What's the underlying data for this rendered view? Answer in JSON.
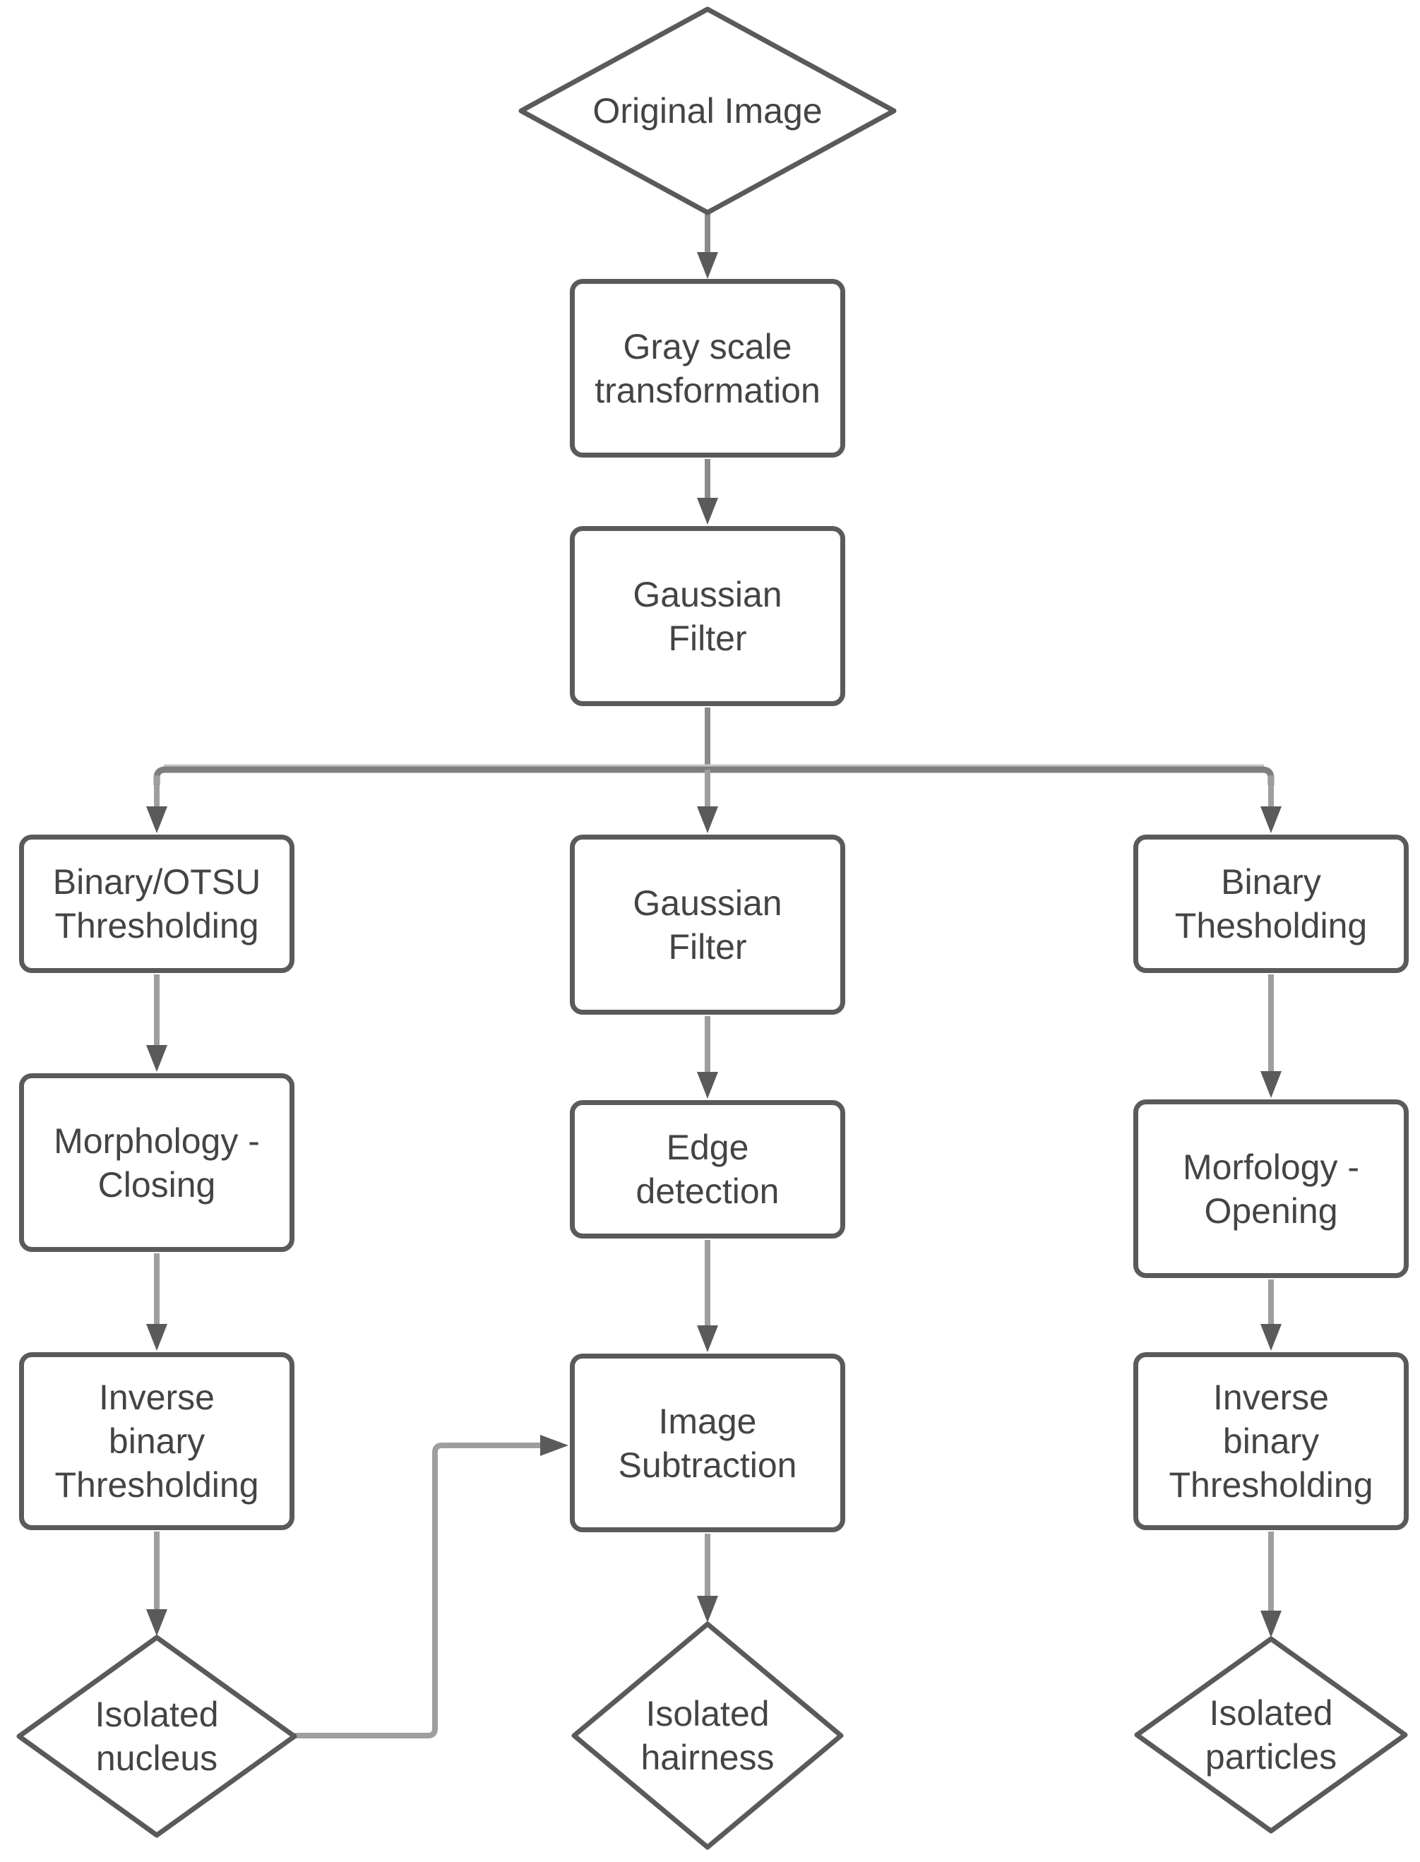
{
  "flowchart": {
    "colors": {
      "background": "#ffffff",
      "shape_stroke": "#5a5a5a",
      "arrow_shaft": "#9e9e9e",
      "arrow_head": "#5a5a5a",
      "text": "#444444"
    },
    "nodes": [
      {
        "id": "original-image",
        "shape": "diamond",
        "label": "Original Image"
      },
      {
        "id": "gray-scale-transformation",
        "shape": "rect",
        "label": "Gray scale\ntransformation"
      },
      {
        "id": "gaussian-filter-1",
        "shape": "rect",
        "label": "Gaussian\nFilter"
      },
      {
        "id": "binary-otsu-thresholding",
        "shape": "rect",
        "label": "Binary/OTSU\nThresholding"
      },
      {
        "id": "gaussian-filter-2",
        "shape": "rect",
        "label": "Gaussian\nFilter"
      },
      {
        "id": "binary-thesholding",
        "shape": "rect",
        "label": "Binary\nThesholding"
      },
      {
        "id": "morphology-closing",
        "shape": "rect",
        "label": "Morphology -\nClosing"
      },
      {
        "id": "edge-detection",
        "shape": "rect",
        "label": "Edge\ndetection"
      },
      {
        "id": "morfology-opening",
        "shape": "rect",
        "label": "Morfology -\nOpening"
      },
      {
        "id": "inverse-binary-thresholding-left",
        "shape": "rect",
        "label": "Inverse\nbinary\nThresholding"
      },
      {
        "id": "image-subtraction",
        "shape": "rect",
        "label": "Image\nSubtraction"
      },
      {
        "id": "inverse-binary-thresholding-right",
        "shape": "rect",
        "label": "Inverse\nbinary\nThresholding"
      },
      {
        "id": "isolated-nucleus",
        "shape": "diamond",
        "label": "Isolated\nnucleus"
      },
      {
        "id": "isolated-hairness",
        "shape": "diamond",
        "label": "Isolated\nhairness"
      },
      {
        "id": "isolated-particles",
        "shape": "diamond",
        "label": "Isolated\nparticles"
      }
    ],
    "edges": [
      {
        "from": "original-image",
        "to": "gray-scale-transformation"
      },
      {
        "from": "gray-scale-transformation",
        "to": "gaussian-filter-1"
      },
      {
        "from": "gaussian-filter-1",
        "to": "binary-otsu-thresholding"
      },
      {
        "from": "gaussian-filter-1",
        "to": "gaussian-filter-2"
      },
      {
        "from": "gaussian-filter-1",
        "to": "binary-thesholding"
      },
      {
        "from": "binary-otsu-thresholding",
        "to": "morphology-closing"
      },
      {
        "from": "morphology-closing",
        "to": "inverse-binary-thresholding-left"
      },
      {
        "from": "inverse-binary-thresholding-left",
        "to": "isolated-nucleus"
      },
      {
        "from": "gaussian-filter-2",
        "to": "edge-detection"
      },
      {
        "from": "edge-detection",
        "to": "image-subtraction"
      },
      {
        "from": "isolated-nucleus",
        "to": "image-subtraction"
      },
      {
        "from": "image-subtraction",
        "to": "isolated-hairness"
      },
      {
        "from": "binary-thesholding",
        "to": "morfology-opening"
      },
      {
        "from": "morfology-opening",
        "to": "inverse-binary-thresholding-right"
      },
      {
        "from": "inverse-binary-thresholding-right",
        "to": "isolated-particles"
      }
    ]
  }
}
